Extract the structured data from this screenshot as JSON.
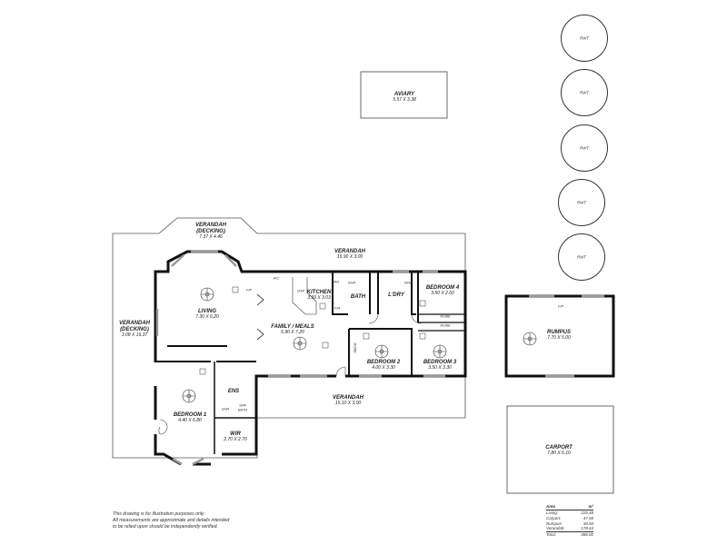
{
  "rooms": {
    "aviary": {
      "name": "AVIARY",
      "dims": "5.57 X 3.38"
    },
    "verandah_decking_top": {
      "name1": "VERANDAH",
      "name2": "(DECKING)",
      "dims": "7.37 X 4.46"
    },
    "verandah_decking_left": {
      "name1": "VERANDAH",
      "name2": "(DECKING)",
      "dims": "3.08 X 16.37"
    },
    "verandah_top": {
      "name": "VERANDAH",
      "dims": "15.90 X 3.00"
    },
    "verandah_bottom": {
      "name": "VERANDAH",
      "dims": "15.10 X 3.00"
    },
    "living": {
      "name": "LIVING",
      "dims": "7.30 X 6.20"
    },
    "kitchen": {
      "name": "KITCHEN",
      "dims": "3.59 X 3.03"
    },
    "bath": {
      "name": "BATH"
    },
    "laundry": {
      "name": "L'DRY"
    },
    "bedroom4": {
      "name": "BEDROOM 4",
      "dims": "3.50 X 2.60"
    },
    "family_meals": {
      "name": "FAMILY / MEALS",
      "dims": "6.90 X 7.20"
    },
    "bedroom2": {
      "name": "BEDROOM 2",
      "dims": "4.00 X 3.30"
    },
    "bedroom3": {
      "name": "BEDROOM 3",
      "dims": "3.50 X 3.30"
    },
    "bedroom1": {
      "name": "BEDROOM 1",
      "dims": "4.40 X 6.80"
    },
    "ensuite": {
      "name": "ENS"
    },
    "wir": {
      "name": "WIR",
      "dims": "2.70 X 2.70"
    },
    "rumpus": {
      "name": "RUMPUS",
      "dims": "7.70 X 5.00"
    },
    "carport": {
      "name": "CARPORT",
      "dims": "7.80 X 6.10"
    }
  },
  "fixtures": {
    "fp": "F/P",
    "ac": "A/C",
    "pan": "PAN",
    "dw": "D/W",
    "shr": "SHR",
    "fr": "F/R",
    "robe": "ROBE",
    "linen": "LINEN",
    "wm": "W/M",
    "spa_bath1": "SPA",
    "spa_bath2": "BATH"
  },
  "trees": [
    "RWT",
    "RWT",
    "RWT",
    "RWT",
    "RWT"
  ],
  "disclaimer": [
    "This drawing is for illustration purposes only .",
    "All measurements are approximate and details intended",
    "to be relied upon should be independently verified."
  ],
  "area_table": {
    "header": {
      "label": "Area",
      "unit": "m²"
    },
    "rows": [
      {
        "label": "Living:",
        "value": "225.48"
      },
      {
        "label": "Carport:",
        "value": "47.58"
      },
      {
        "label": "Rumpus:",
        "value": "38.50"
      },
      {
        "label": "Verandah:",
        "value": "178.44"
      }
    ],
    "total": {
      "label": "Total:",
      "value": "488.00"
    }
  }
}
